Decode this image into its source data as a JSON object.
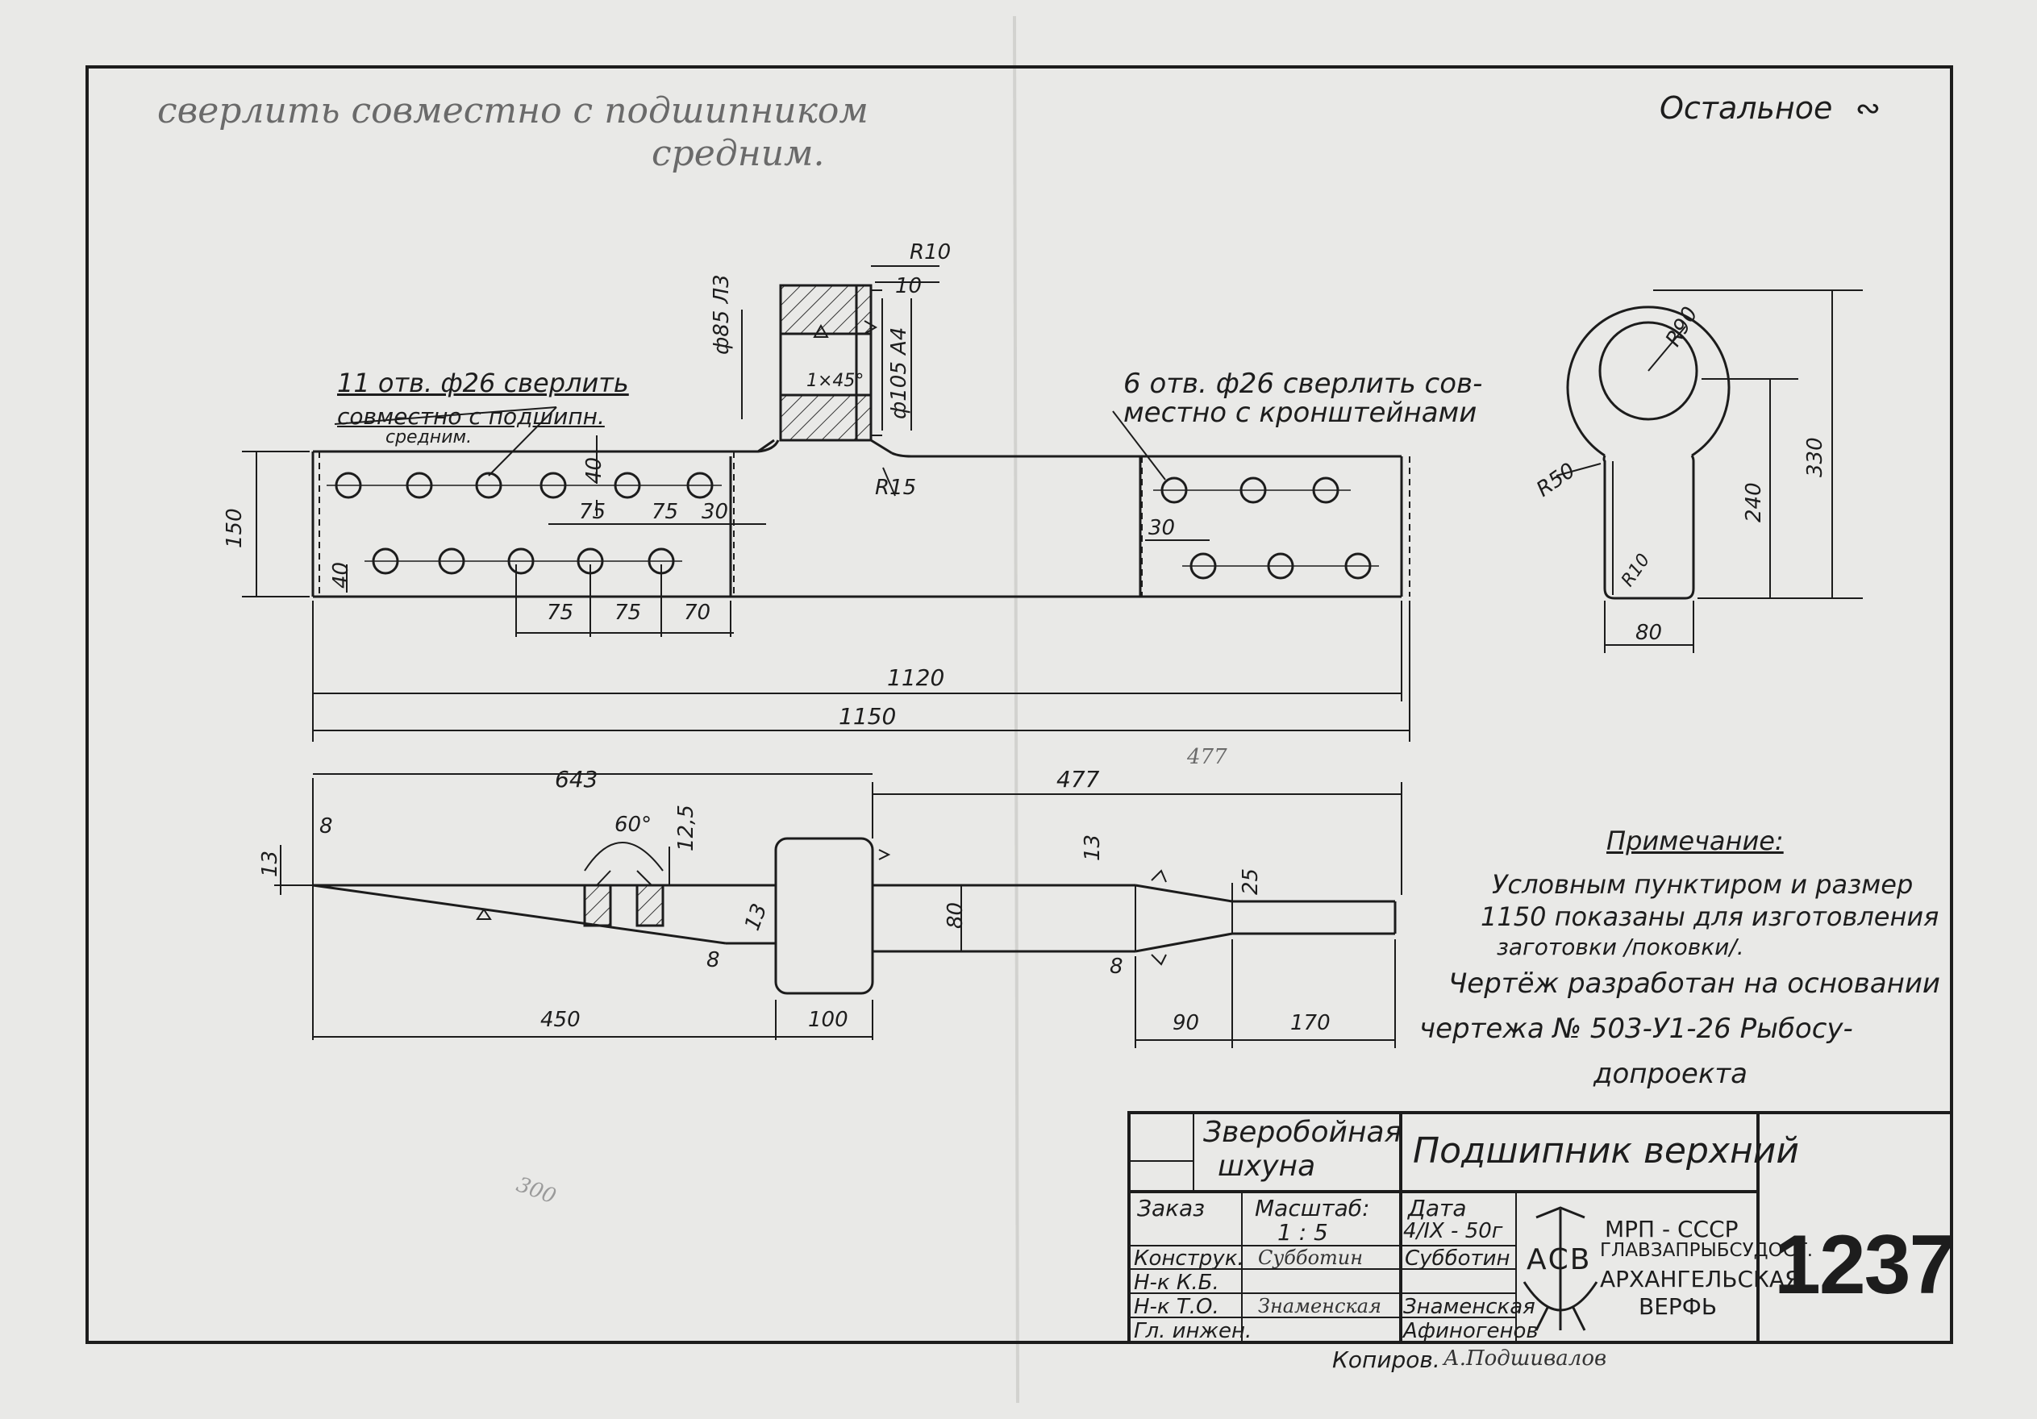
{
  "handwritten": {
    "top_note_line1": "сверлить совместно с подшипником",
    "top_note_line2": "средним.",
    "copy_label": "Копиров.",
    "copy_signature": "А.Подшивалов",
    "pencil_mark": "300",
    "faint_dim": "477"
  },
  "surface_finish": {
    "label": "Остальное",
    "symbol": "∾"
  },
  "callouts": {
    "holes_left_line1": "11 отв. ф26 сверлить",
    "holes_left_line2": "совместно с подшипн.",
    "holes_left_line3": "средним.",
    "holes_right_line1": "6 отв. ф26 сверлить сов-",
    "holes_right_line2": "местно с кронштейнами"
  },
  "dimensions": {
    "r10_top": "R10",
    "d10": "10",
    "d85": "ф85 Л3",
    "chamfer": "1×45°",
    "d105": "ф105 А4",
    "r15": "R15",
    "d150": "150",
    "d40_a": "40",
    "d75_a": "75",
    "d75_b": "75",
    "d30_a": "30",
    "d40_b": "40",
    "d75_c": "75",
    "d75_d": "75",
    "d70": "70",
    "d30_b": "30",
    "d1120": "1120",
    "d1150": "1150",
    "r90": "R90",
    "r50": "R50",
    "d240": "240",
    "d330": "330",
    "r10_eye": "R10",
    "d80_eye": "80",
    "d643": "643",
    "d477": "477",
    "d8_a": "8",
    "d13_a": "13",
    "angle60": "60°",
    "d12_5": "12,5",
    "d13_b": "13",
    "d8_b": "8",
    "d80_side": "80",
    "d13_c": "13",
    "d25": "25",
    "d8_c": "8",
    "d450": "450",
    "d100": "100",
    "d90": "90",
    "d170": "170"
  },
  "notes": {
    "heading": "Примечание:",
    "line1": "Условным пунктиром и размер",
    "line2": "1150 показаны для изготовления",
    "line3": "заготовки /поковки/.",
    "line4": "Чертёж разработан на основании",
    "line5": "чертежа   № 503-У1-26   Рыбосу-",
    "line6": "допроекта"
  },
  "title_block": {
    "vessel_line1": "Зверобойная",
    "vessel_line2": "шхуна",
    "part_name": "Подшипник верхний",
    "order_label": "Заказ",
    "scale_label": "Масштаб:",
    "scale_value": "1 : 5",
    "date_label": "Дата",
    "date_value": "4/IX - 50г",
    "row_designer": "Конструк.",
    "row_head_kb": "Н-к К.Б.",
    "row_head_to": "Н-к Т.О.",
    "row_chief": "Гл. инжен.",
    "sig_designer": "Субботин",
    "sig_to": "Знаменская",
    "name_designer": "Субботин",
    "name_to": "Знаменская",
    "name_chief": "Афиногенов",
    "logo_letters": "АСВ",
    "org_line1": "МРП - СССР",
    "org_line2": "ГЛАВЗАПРЫБСУДОСТ.",
    "org_line3": "АРХАНГЕЛЬСКАЯ",
    "org_line4": "ВЕРФЬ",
    "drawing_number": "1237"
  }
}
